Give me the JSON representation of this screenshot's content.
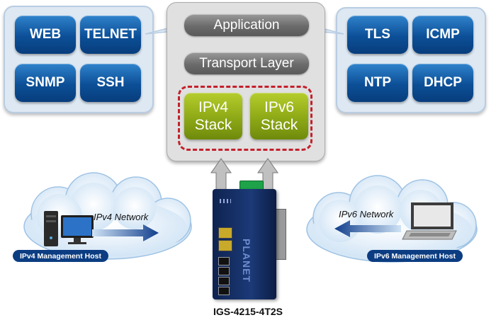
{
  "left_services": [
    "WEB",
    "TELNET",
    "SNMP",
    "SSH"
  ],
  "right_services": [
    "TLS",
    "ICMP",
    "NTP",
    "DHCP"
  ],
  "layers": {
    "application": "Application",
    "transport": "Transport Layer",
    "ipv4_line1": "IPv4",
    "ipv4_line2": "Stack",
    "ipv6_line1": "IPv6",
    "ipv6_line2": "Stack"
  },
  "left_network": {
    "label": "IPv4 Network",
    "host": "IPv4 Management Host"
  },
  "right_network": {
    "label": "IPv6 Network",
    "host": "IPv6 Management Host"
  },
  "device": {
    "model": "IGS-4215-4T2S",
    "brand": "PLANET"
  },
  "colors": {
    "service_blue": "#0c4f97",
    "stack_green": "#8aa514",
    "dash_red": "#c4202b",
    "cloud": "#dbeaf7",
    "arrow_navy": "#123f8c"
  }
}
